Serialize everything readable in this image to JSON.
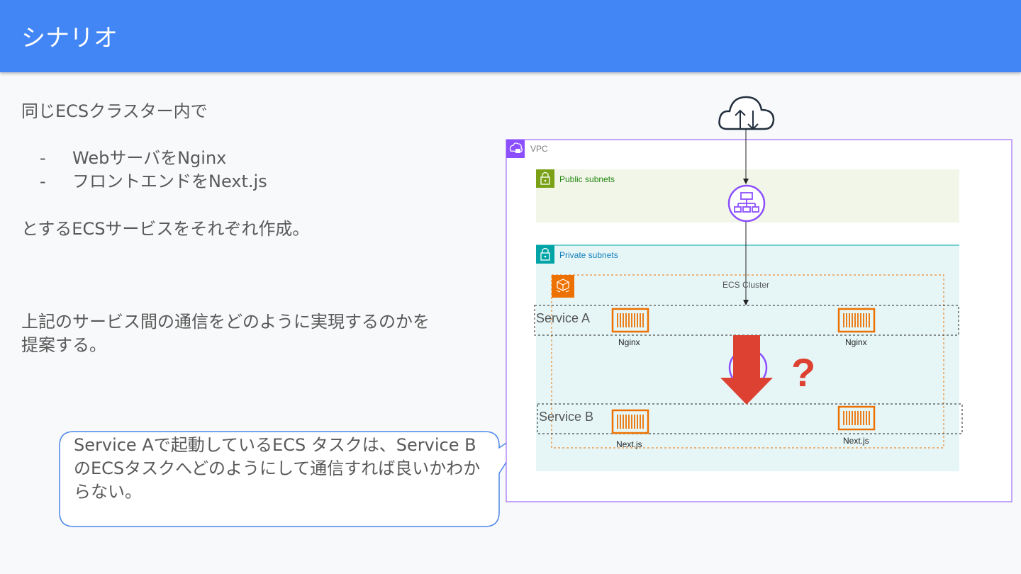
{
  "slide": {
    "title": "シナリオ",
    "intro": "同じECSクラスター内で",
    "bullets": [
      {
        "dash": "-",
        "text": "WebサーバをNginx"
      },
      {
        "dash": "-",
        "text": "フロントエンドをNext.js"
      }
    ],
    "statement": "とするECSサービスをそれぞれ作成。",
    "proposal_line1": "上記のサービス間の通信をどのように実現するのかを",
    "proposal_line2": "提案する。",
    "callout": "Service Aで起動しているECS タスクは、Service BのECSタスクへどのようにして通信すれば良いかわからない。"
  },
  "diagram": {
    "vpc_label": "VPC",
    "public_subnet_label": "Public subnets",
    "private_subnet_label": "Private subnets",
    "cluster_label": "ECS Cluster",
    "service_a_label": "Service A",
    "service_b_label": "Service B",
    "task_labels": {
      "a_left": "Nginx",
      "a_right": "Nginx",
      "b_left": "Next.js",
      "b_right": "Next.js"
    },
    "question_mark": "?",
    "icons": [
      "internet-cloud-icon",
      "vpc-icon",
      "lock-icon",
      "load-balancer-icon",
      "ecs-cluster-icon",
      "container-icon"
    ],
    "colors": {
      "header": "#4285f4",
      "vpc_border": "#8c4fff",
      "public_subnet": "#7aa116",
      "public_subnet_fill": "#f2f6e8",
      "private_subnet": "#00a4a6",
      "private_subnet_fill": "#e6f6f7",
      "ecs_orange": "#ed7100",
      "arrow_red": "#dd4132",
      "callout_border": "#4a86e8"
    }
  }
}
